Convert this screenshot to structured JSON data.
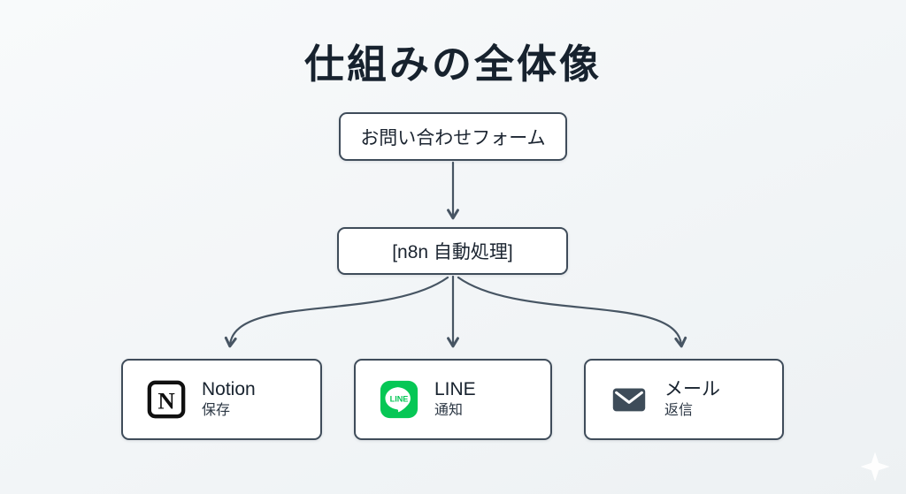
{
  "title": "仕組みの全体像",
  "nodes": {
    "form": {
      "label": "お問い合わせフォーム"
    },
    "n8n": {
      "label": "[n8n 自動処理]"
    },
    "notion": {
      "name": "Notion",
      "sub": "保存"
    },
    "line": {
      "name": "LINE",
      "sub": "通知"
    },
    "mail": {
      "name": "メール",
      "sub": "返信"
    }
  },
  "icons": {
    "notion_letter": "N",
    "line_text": "LINE",
    "notion": "notion-icon",
    "line": "line-icon",
    "mail": "mail-icon",
    "sparkle": "sparkle-icon"
  },
  "colors": {
    "background": "#f2f5f7",
    "box_fill": "#ffffff",
    "box_border": "#3f4c5a",
    "text": "#17222e",
    "arrow": "#475563",
    "line_green": "#06C755",
    "notion_ink": "#101010",
    "mail_ink": "#3e4c59"
  }
}
